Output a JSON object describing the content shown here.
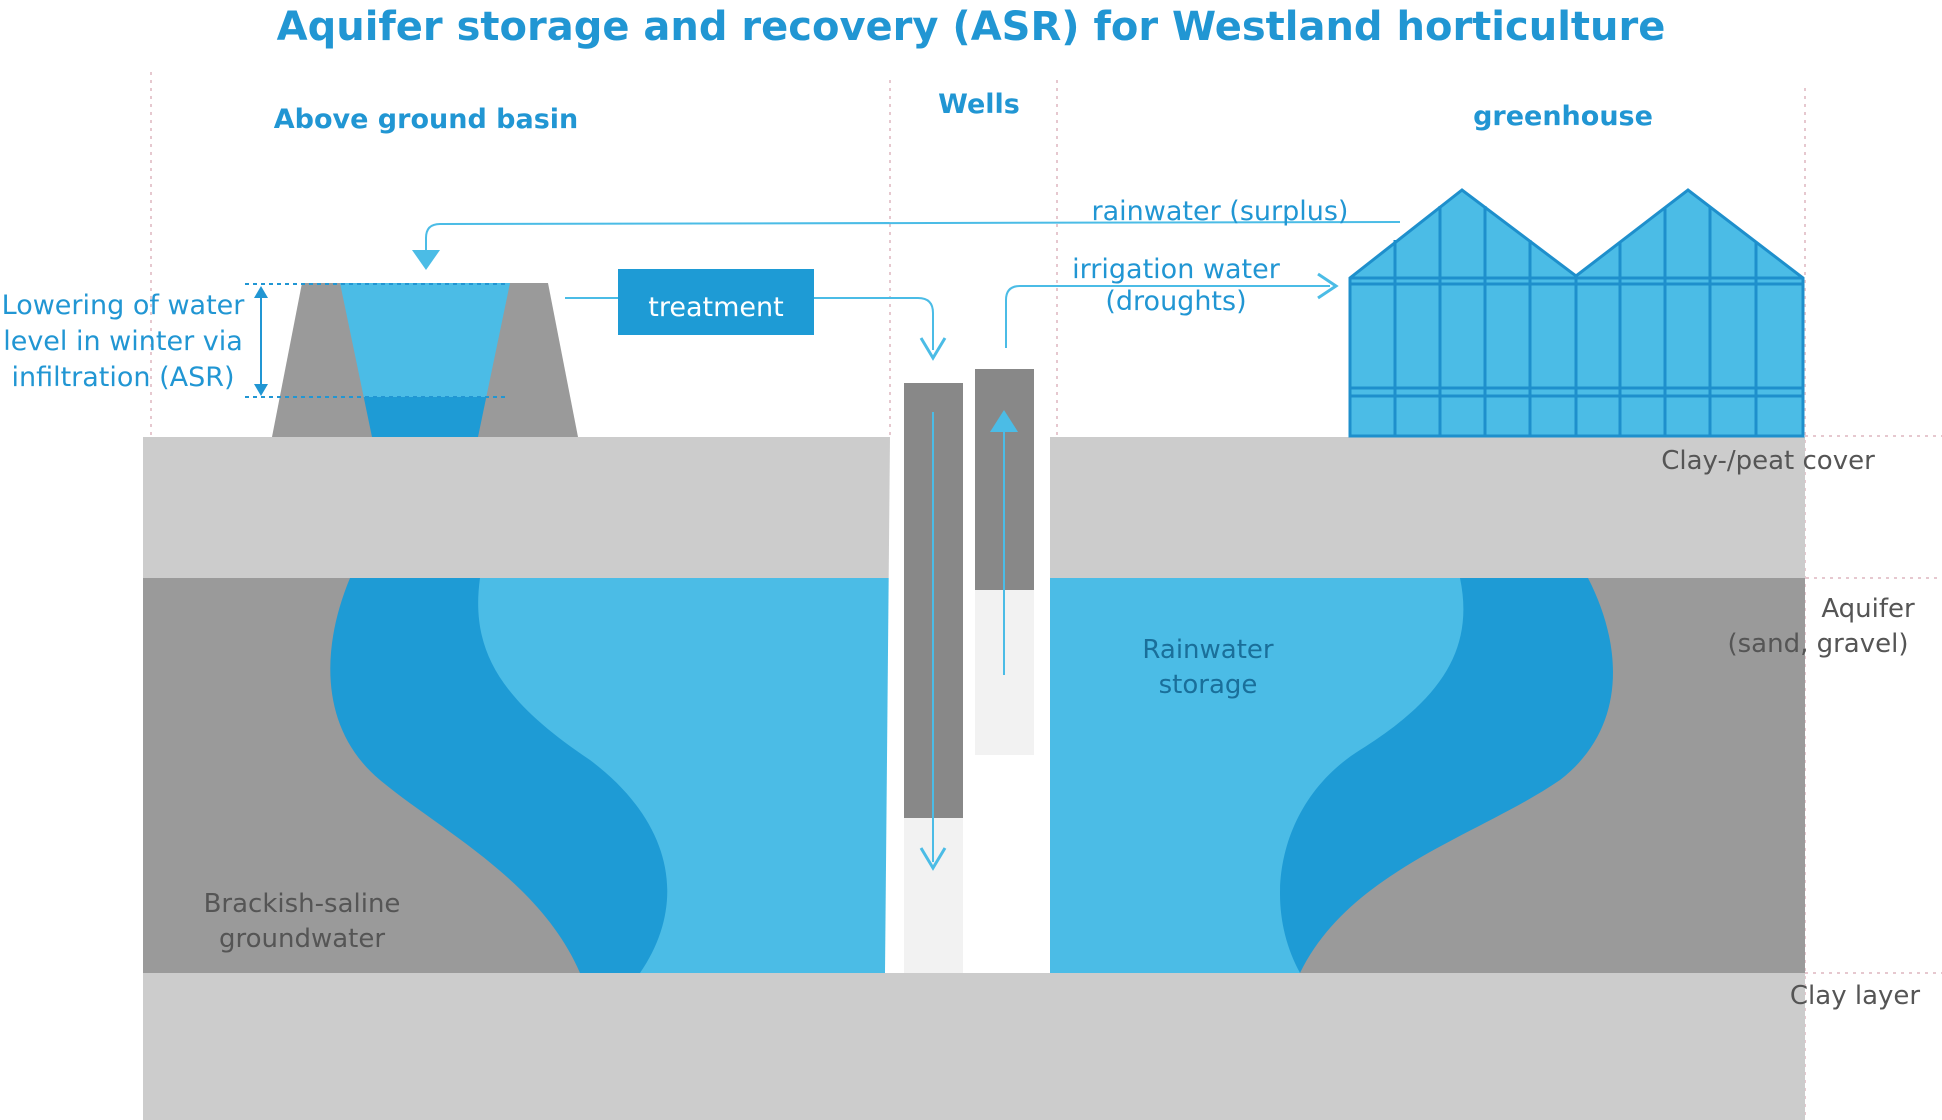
{
  "title": "Aquifer storage and recovery (ASR) for Westland horticulture",
  "sections": {
    "basin": "Above ground basin",
    "wells": "Wells",
    "greenhouse": "greenhouse"
  },
  "labels": {
    "rainwater_surplus": "rainwater (surplus)",
    "irrigation_line1": "irrigation water",
    "irrigation_line2": "(droughts)",
    "treatment": "treatment",
    "lowering_line1": "Lowering of water",
    "lowering_line2": "level in winter via",
    "lowering_line3": "infiltration (ASR)",
    "rainwater_storage_line1": "Rainwater",
    "rainwater_storage_line2": "storage",
    "brackish_line1": "Brackish-saline",
    "brackish_line2": "groundwater"
  },
  "layers": {
    "clay_peat": "Clay-/peat cover",
    "aquifer_line1": "Aquifer",
    "aquifer_line2": "(sand, gravel)",
    "clay_layer": "Clay layer"
  },
  "colors": {
    "light_blue": "#4bbce6",
    "medium_blue": "#1e9bd5",
    "dark_grey": "#9a9a9a",
    "light_grey": "#cccccc",
    "well_grey": "#888888",
    "accent_text": "#2196d3"
  }
}
